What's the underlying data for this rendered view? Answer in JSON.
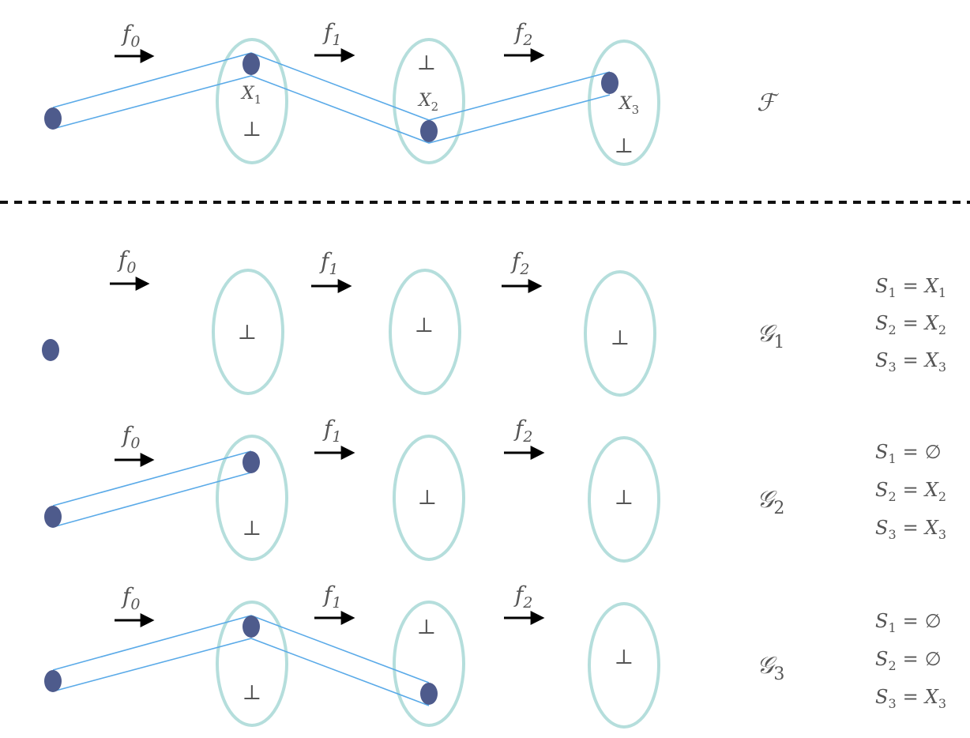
{
  "colors": {
    "ellipse": "#B5DEDC",
    "dot": "#4E5B8C",
    "tube": "#5AAAE8",
    "arrow": "#000000",
    "text": "#555555",
    "divider": "#111111"
  },
  "functions": [
    {
      "base": "f",
      "sub": "0"
    },
    {
      "base": "f",
      "sub": "1"
    },
    {
      "base": "f",
      "sub": "2"
    }
  ],
  "bottom_symbol": "⊥",
  "top_section": {
    "label": "ℱ",
    "node_labels": [
      {
        "base": "X",
        "sub": "1"
      },
      {
        "base": "X",
        "sub": "2"
      },
      {
        "base": "X",
        "sub": "3"
      }
    ]
  },
  "rows": [
    {
      "label": {
        "base": "𝒢",
        "sub": "1"
      },
      "sets": [
        {
          "lhs": "S",
          "sub": "1",
          "rel": "=",
          "rhs": "X",
          "rhs_sub": "1"
        },
        {
          "lhs": "S",
          "sub": "2",
          "rel": "=",
          "rhs": "X",
          "rhs_sub": "2"
        },
        {
          "lhs": "S",
          "sub": "3",
          "rel": "=",
          "rhs": "X",
          "rhs_sub": "3"
        }
      ]
    },
    {
      "label": {
        "base": "𝒢",
        "sub": "2"
      },
      "sets": [
        {
          "lhs": "S",
          "sub": "1",
          "rel": "=",
          "rhs": "∅",
          "rhs_sub": ""
        },
        {
          "lhs": "S",
          "sub": "2",
          "rel": "=",
          "rhs": "X",
          "rhs_sub": "2"
        },
        {
          "lhs": "S",
          "sub": "3",
          "rel": "=",
          "rhs": "X",
          "rhs_sub": "3"
        }
      ]
    },
    {
      "label": {
        "base": "𝒢",
        "sub": "3"
      },
      "sets": [
        {
          "lhs": "S",
          "sub": "1",
          "rel": "=",
          "rhs": "∅",
          "rhs_sub": ""
        },
        {
          "lhs": "S",
          "sub": "2",
          "rel": "=",
          "rhs": "∅",
          "rhs_sub": ""
        },
        {
          "lhs": "S",
          "sub": "3",
          "rel": "=",
          "rhs": "X",
          "rhs_sub": "3"
        }
      ]
    }
  ]
}
